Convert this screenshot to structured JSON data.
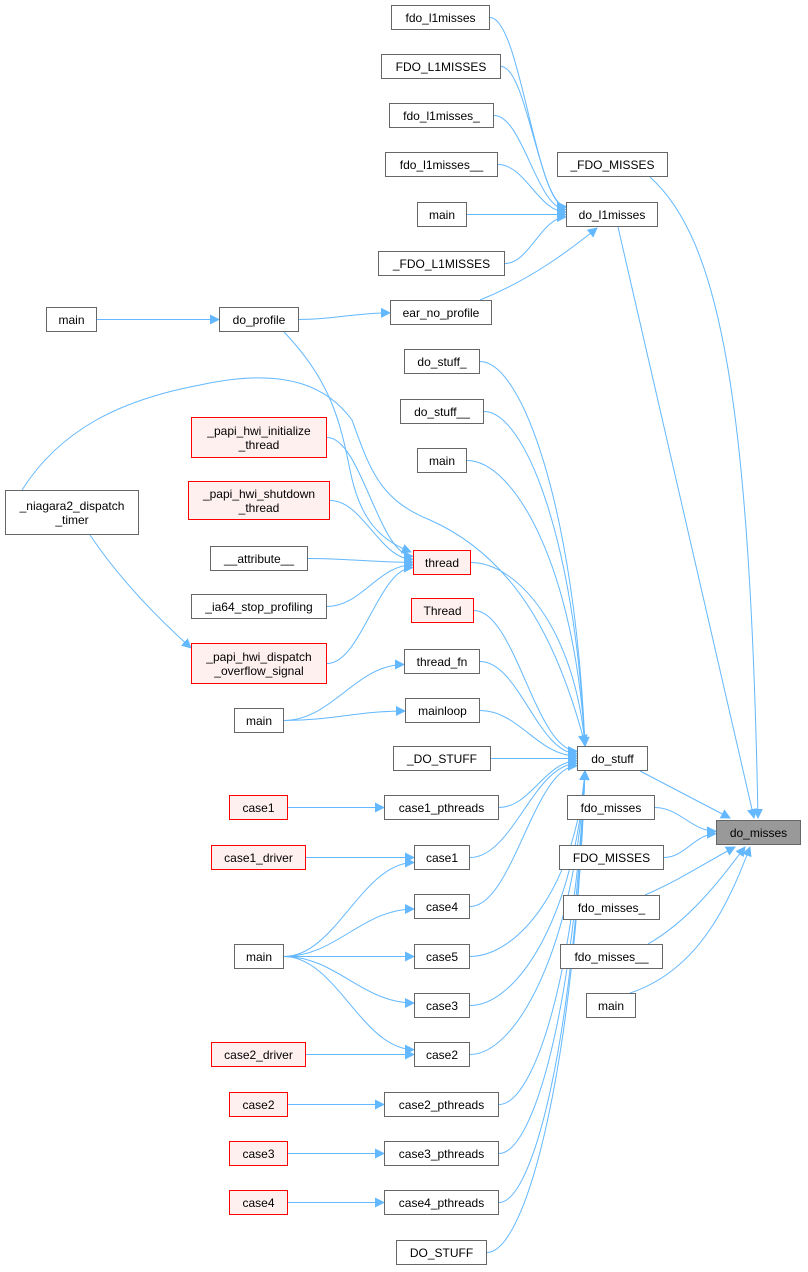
{
  "colors": {
    "edge": "#63b8ff",
    "node_border": "#666666",
    "red_border": "#ff0000",
    "red_fill": "#fff0f0",
    "focus_fill": "#999999"
  },
  "nodes": [
    {
      "id": "do_misses",
      "label": "do_misses",
      "style": "gray"
    },
    {
      "id": "_FDO_MISSES",
      "label": "_FDO_MISSES",
      "style": "normal"
    },
    {
      "id": "do_l1misses",
      "label": "do_l1misses",
      "style": "normal"
    },
    {
      "id": "fdo_misses",
      "label": "fdo_misses",
      "style": "normal"
    },
    {
      "id": "FDO_MISSES",
      "label": "FDO_MISSES",
      "style": "normal"
    },
    {
      "id": "fdo_misses_",
      "label": "fdo_misses_",
      "style": "normal"
    },
    {
      "id": "fdo_misses__",
      "label": "fdo_misses__",
      "style": "normal"
    },
    {
      "id": "main_r",
      "label": "main",
      "style": "normal"
    },
    {
      "id": "do_stuff",
      "label": "do_stuff",
      "style": "normal"
    },
    {
      "id": "fdo_l1misses",
      "label": "fdo_l1misses",
      "style": "normal"
    },
    {
      "id": "FDO_L1MISSES",
      "label": "FDO_L1MISSES",
      "style": "normal"
    },
    {
      "id": "fdo_l1misses_",
      "label": "fdo_l1misses_",
      "style": "normal"
    },
    {
      "id": "fdo_l1misses__",
      "label": "fdo_l1misses__",
      "style": "normal"
    },
    {
      "id": "main_l1",
      "label": "main",
      "style": "normal"
    },
    {
      "id": "_FDO_L1MISSES",
      "label": "_FDO_L1MISSES",
      "style": "normal"
    },
    {
      "id": "ear_no_profile",
      "label": "ear_no_profile",
      "style": "normal"
    },
    {
      "id": "do_stuff_",
      "label": "do_stuff_",
      "style": "normal"
    },
    {
      "id": "do_stuff__",
      "label": "do_stuff__",
      "style": "normal"
    },
    {
      "id": "main_ds",
      "label": "main",
      "style": "normal"
    },
    {
      "id": "thread",
      "label": "thread",
      "style": "red"
    },
    {
      "id": "Thread",
      "label": "Thread",
      "style": "red"
    },
    {
      "id": "thread_fn",
      "label": "thread_fn",
      "style": "normal"
    },
    {
      "id": "mainloop",
      "label": "mainloop",
      "style": "normal"
    },
    {
      "id": "_DO_STUFF",
      "label": "_DO_STUFF",
      "style": "normal"
    },
    {
      "id": "case1_pthreads",
      "label": "case1_pthreads",
      "style": "normal"
    },
    {
      "id": "case1",
      "label": "case1",
      "style": "normal"
    },
    {
      "id": "case4",
      "label": "case4",
      "style": "normal"
    },
    {
      "id": "case5",
      "label": "case5",
      "style": "normal"
    },
    {
      "id": "case3",
      "label": "case3",
      "style": "normal"
    },
    {
      "id": "case2",
      "label": "case2",
      "style": "normal"
    },
    {
      "id": "case2_pthreads",
      "label": "case2_pthreads",
      "style": "normal"
    },
    {
      "id": "case3_pthreads",
      "label": "case3_pthreads",
      "style": "normal"
    },
    {
      "id": "case4_pthreads",
      "label": "case4_pthreads",
      "style": "normal"
    },
    {
      "id": "DO_STUFF",
      "label": "DO_STUFF",
      "style": "normal"
    },
    {
      "id": "do_profile",
      "label": "do_profile",
      "style": "normal"
    },
    {
      "id": "papi_init",
      "label": "_papi_hwi_initialize\n_thread",
      "style": "red"
    },
    {
      "id": "papi_shutdown",
      "label": "_papi_hwi_shutdown\n_thread",
      "style": "red"
    },
    {
      "id": "attribute",
      "label": "__attribute__",
      "style": "normal"
    },
    {
      "id": "ia64",
      "label": "_ia64_stop_profiling",
      "style": "normal"
    },
    {
      "id": "papi_dispatch",
      "label": "_papi_hwi_dispatch\n_overflow_signal",
      "style": "red"
    },
    {
      "id": "main_tf",
      "label": "main",
      "style": "normal"
    },
    {
      "id": "case1_red",
      "label": "case1",
      "style": "red"
    },
    {
      "id": "case1_driver",
      "label": "case1_driver",
      "style": "red"
    },
    {
      "id": "main_cases",
      "label": "main",
      "style": "normal"
    },
    {
      "id": "case2_driver",
      "label": "case2_driver",
      "style": "red"
    },
    {
      "id": "case2_red",
      "label": "case2",
      "style": "red"
    },
    {
      "id": "case3_red",
      "label": "case3",
      "style": "red"
    },
    {
      "id": "case4_red",
      "label": "case4",
      "style": "red"
    },
    {
      "id": "main_far",
      "label": "main",
      "style": "normal"
    },
    {
      "id": "niagara",
      "label": "_niagara2_dispatch\n_timer",
      "style": "normal"
    }
  ],
  "edges": [
    [
      "_FDO_MISSES",
      "do_misses"
    ],
    [
      "do_l1misses",
      "do_misses"
    ],
    [
      "do_stuff",
      "do_misses"
    ],
    [
      "fdo_misses",
      "do_misses"
    ],
    [
      "FDO_MISSES",
      "do_misses"
    ],
    [
      "fdo_misses_",
      "do_misses"
    ],
    [
      "fdo_misses__",
      "do_misses"
    ],
    [
      "main_r",
      "do_misses"
    ],
    [
      "fdo_l1misses",
      "do_l1misses"
    ],
    [
      "FDO_L1MISSES",
      "do_l1misses"
    ],
    [
      "fdo_l1misses_",
      "do_l1misses"
    ],
    [
      "fdo_l1misses__",
      "do_l1misses"
    ],
    [
      "main_l1",
      "do_l1misses"
    ],
    [
      "_FDO_L1MISSES",
      "do_l1misses"
    ],
    [
      "ear_no_profile",
      "do_l1misses"
    ],
    [
      "do_profile",
      "ear_no_profile"
    ],
    [
      "main_far",
      "do_profile"
    ],
    [
      "do_stuff_",
      "do_stuff"
    ],
    [
      "do_stuff__",
      "do_stuff"
    ],
    [
      "main_ds",
      "do_stuff"
    ],
    [
      "thread",
      "do_stuff"
    ],
    [
      "Thread",
      "do_stuff"
    ],
    [
      "thread_fn",
      "do_stuff"
    ],
    [
      "mainloop",
      "do_stuff"
    ],
    [
      "_DO_STUFF",
      "do_stuff"
    ],
    [
      "case1_pthreads",
      "do_stuff"
    ],
    [
      "case1",
      "do_stuff"
    ],
    [
      "case4",
      "do_stuff"
    ],
    [
      "case5",
      "do_stuff"
    ],
    [
      "case3",
      "do_stuff"
    ],
    [
      "case2",
      "do_stuff"
    ],
    [
      "case2_pthreads",
      "do_stuff"
    ],
    [
      "case3_pthreads",
      "do_stuff"
    ],
    [
      "case4_pthreads",
      "do_stuff"
    ],
    [
      "DO_STUFF",
      "do_stuff"
    ],
    [
      "niagara",
      "do_stuff"
    ],
    [
      "papi_init",
      "thread"
    ],
    [
      "papi_shutdown",
      "thread"
    ],
    [
      "attribute",
      "thread"
    ],
    [
      "ia64",
      "thread"
    ],
    [
      "papi_dispatch",
      "thread"
    ],
    [
      "do_profile",
      "thread"
    ],
    [
      "niagara",
      "papi_dispatch"
    ],
    [
      "main_tf",
      "thread_fn"
    ],
    [
      "main_tf",
      "mainloop"
    ],
    [
      "case1_red",
      "case1_pthreads"
    ],
    [
      "case1_driver",
      "case1"
    ],
    [
      "main_cases",
      "case1"
    ],
    [
      "main_cases",
      "case4"
    ],
    [
      "main_cases",
      "case5"
    ],
    [
      "main_cases",
      "case3"
    ],
    [
      "main_cases",
      "case2"
    ],
    [
      "case2_driver",
      "case2"
    ],
    [
      "case2_red",
      "case2_pthreads"
    ],
    [
      "case3_red",
      "case3_pthreads"
    ],
    [
      "case4_red",
      "case4_pthreads"
    ]
  ]
}
